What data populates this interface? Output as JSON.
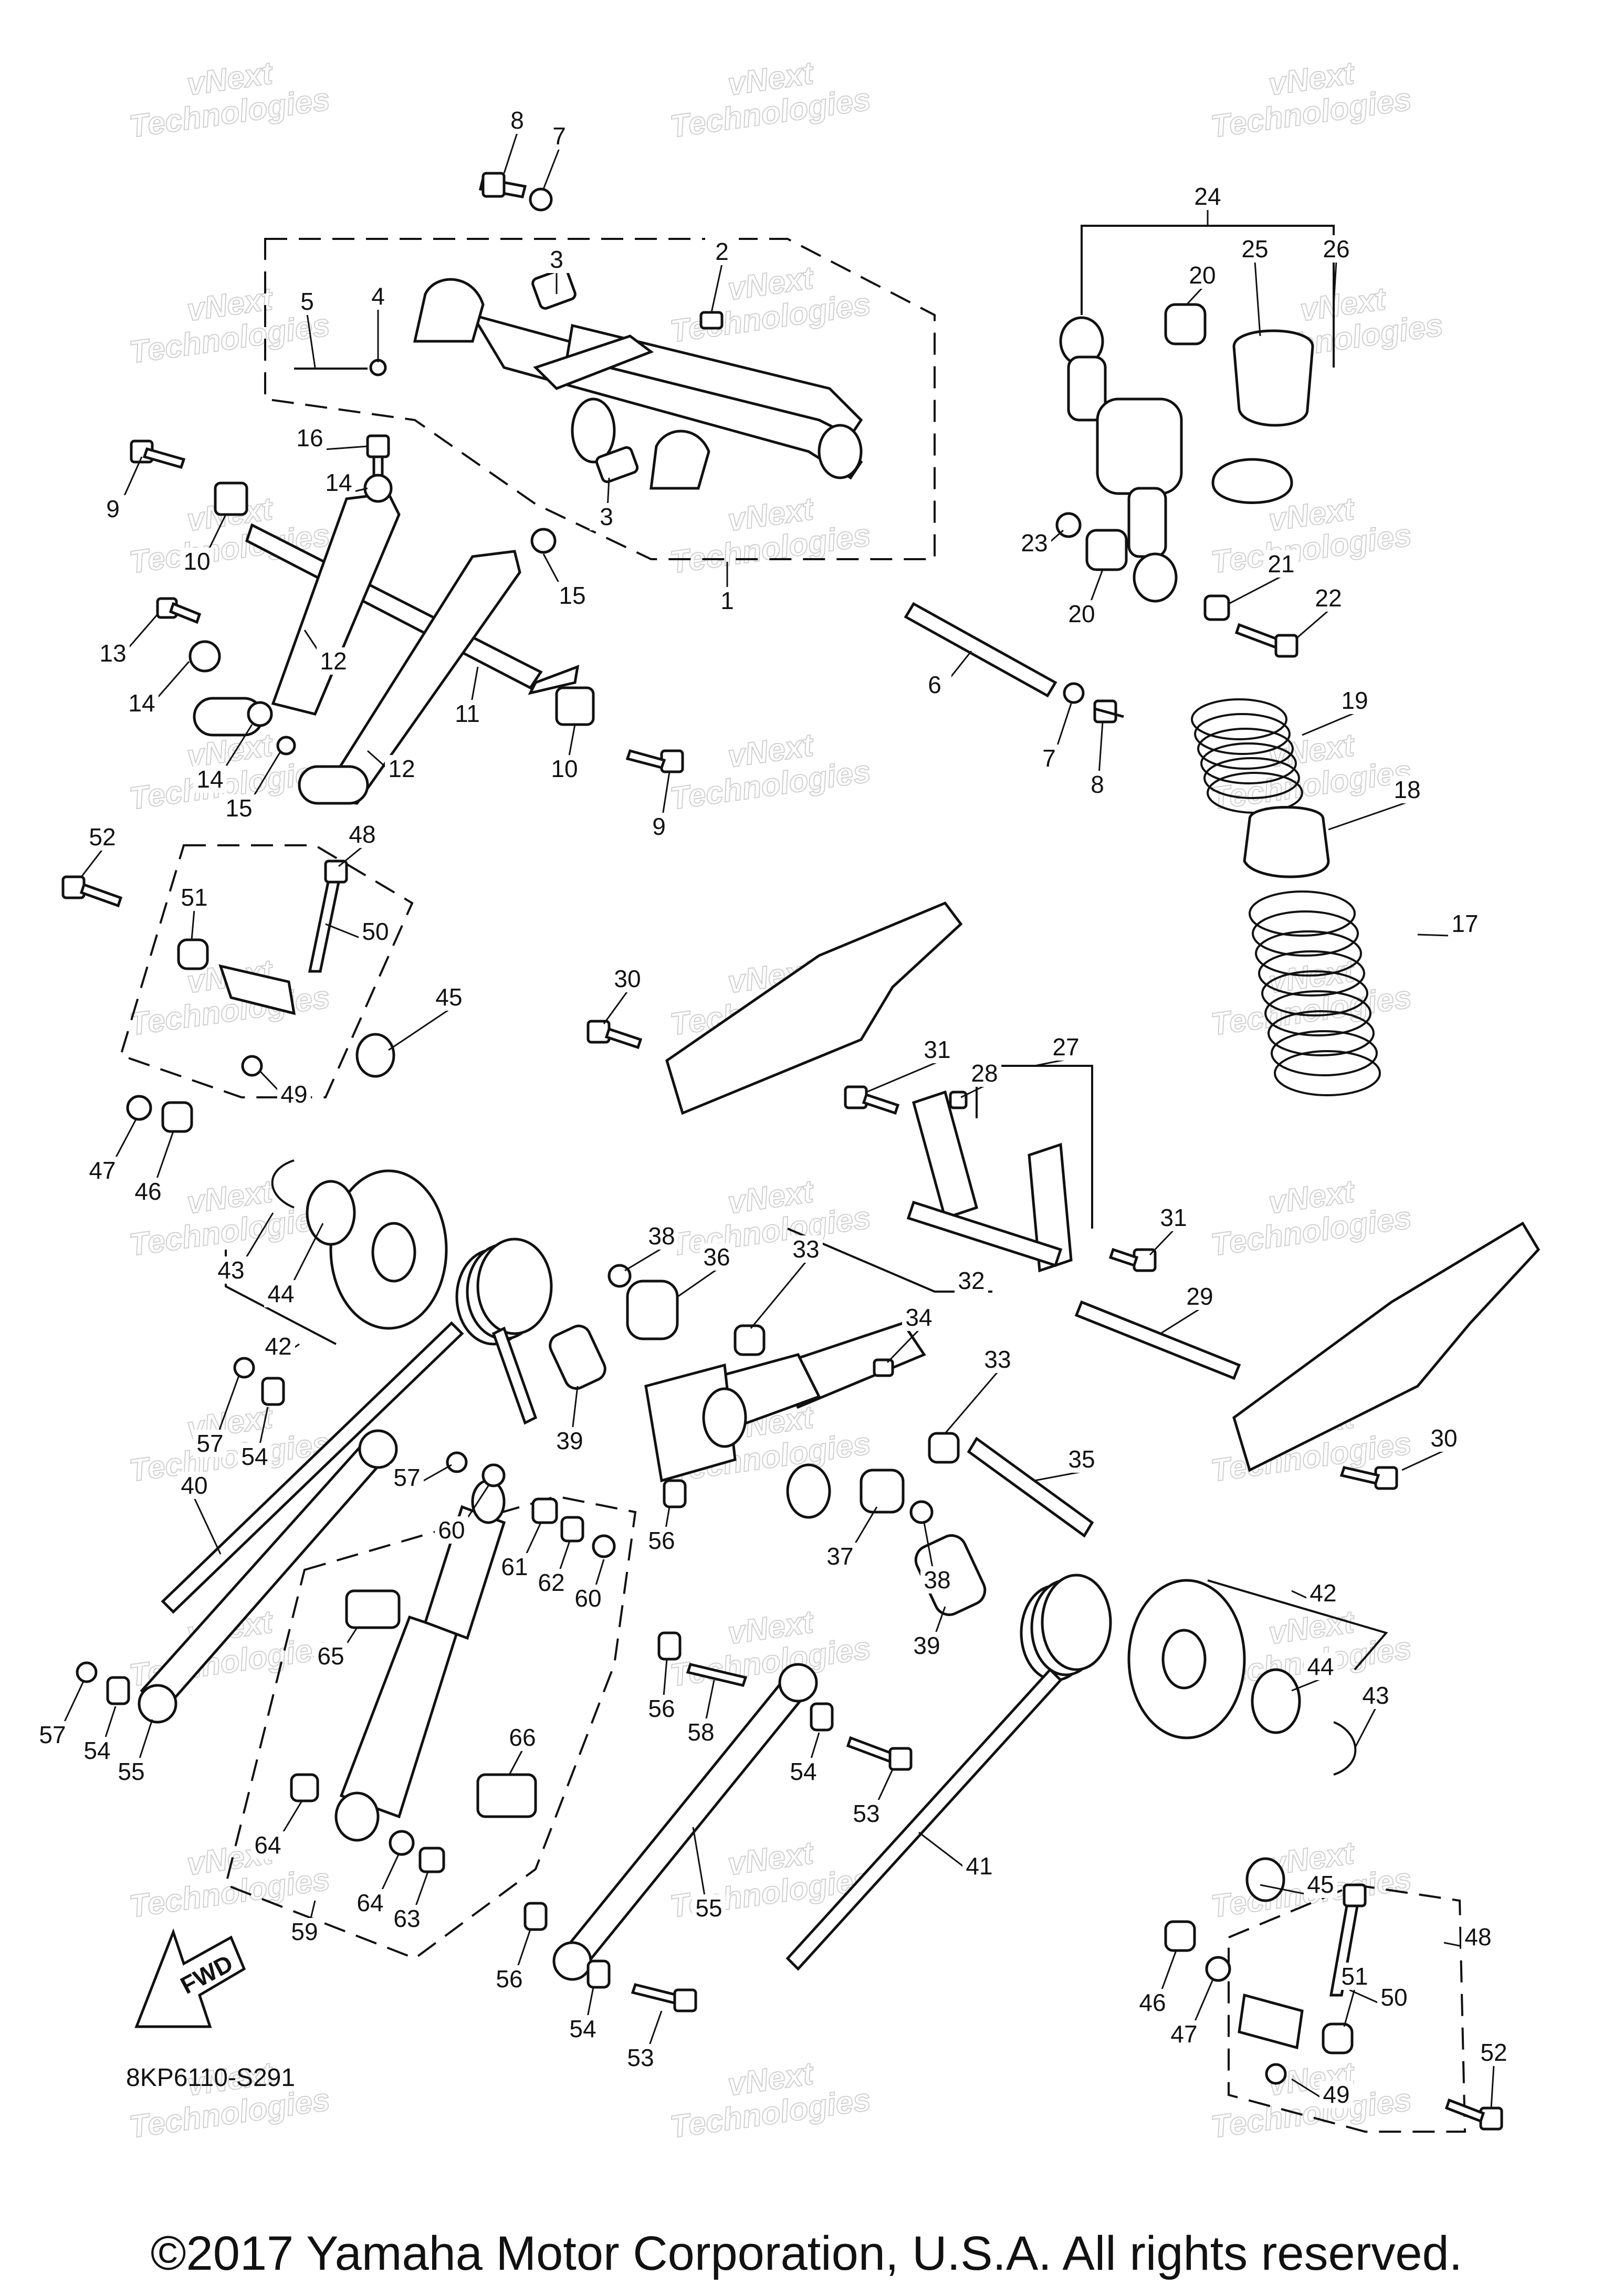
{
  "diagram": {
    "callouts": [
      {
        "id": "1",
        "label": "1"
      },
      {
        "id": "2",
        "label": "2"
      },
      {
        "id": "3a",
        "label": "3"
      },
      {
        "id": "3b",
        "label": "3"
      },
      {
        "id": "4",
        "label": "4"
      },
      {
        "id": "5",
        "label": "5"
      },
      {
        "id": "6",
        "label": "6"
      },
      {
        "id": "7a",
        "label": "7"
      },
      {
        "id": "7b",
        "label": "7"
      },
      {
        "id": "8a",
        "label": "8"
      },
      {
        "id": "8b",
        "label": "8"
      },
      {
        "id": "9a",
        "label": "9"
      },
      {
        "id": "9b",
        "label": "9"
      },
      {
        "id": "10a",
        "label": "10"
      },
      {
        "id": "10b",
        "label": "10"
      },
      {
        "id": "11",
        "label": "11"
      },
      {
        "id": "12a",
        "label": "12"
      },
      {
        "id": "12b",
        "label": "12"
      },
      {
        "id": "13",
        "label": "13"
      },
      {
        "id": "14a",
        "label": "14"
      },
      {
        "id": "14b",
        "label": "14"
      },
      {
        "id": "14c",
        "label": "14"
      },
      {
        "id": "15a",
        "label": "15"
      },
      {
        "id": "15b",
        "label": "15"
      },
      {
        "id": "16",
        "label": "16"
      },
      {
        "id": "17",
        "label": "17"
      },
      {
        "id": "18",
        "label": "18"
      },
      {
        "id": "19",
        "label": "19"
      },
      {
        "id": "20a",
        "label": "20"
      },
      {
        "id": "20b",
        "label": "20"
      },
      {
        "id": "21",
        "label": "21"
      },
      {
        "id": "22",
        "label": "22"
      },
      {
        "id": "23",
        "label": "23"
      },
      {
        "id": "24",
        "label": "24"
      },
      {
        "id": "25",
        "label": "25"
      },
      {
        "id": "26",
        "label": "26"
      },
      {
        "id": "27",
        "label": "27"
      },
      {
        "id": "28",
        "label": "28"
      },
      {
        "id": "29",
        "label": "29"
      },
      {
        "id": "30a",
        "label": "30"
      },
      {
        "id": "30b",
        "label": "30"
      },
      {
        "id": "31a",
        "label": "31"
      },
      {
        "id": "31b",
        "label": "31"
      },
      {
        "id": "32",
        "label": "32"
      },
      {
        "id": "33a",
        "label": "33"
      },
      {
        "id": "33b",
        "label": "33"
      },
      {
        "id": "34",
        "label": "34"
      },
      {
        "id": "35",
        "label": "35"
      },
      {
        "id": "36",
        "label": "36"
      },
      {
        "id": "37",
        "label": "37"
      },
      {
        "id": "38a",
        "label": "38"
      },
      {
        "id": "38b",
        "label": "38"
      },
      {
        "id": "39a",
        "label": "39"
      },
      {
        "id": "39b",
        "label": "39"
      },
      {
        "id": "40",
        "label": "40"
      },
      {
        "id": "41",
        "label": "41"
      },
      {
        "id": "42a",
        "label": "42"
      },
      {
        "id": "42b",
        "label": "42"
      },
      {
        "id": "43a",
        "label": "43"
      },
      {
        "id": "43b",
        "label": "43"
      },
      {
        "id": "44a",
        "label": "44"
      },
      {
        "id": "44b",
        "label": "44"
      },
      {
        "id": "45a",
        "label": "45"
      },
      {
        "id": "45b",
        "label": "45"
      },
      {
        "id": "46a",
        "label": "46"
      },
      {
        "id": "46b",
        "label": "46"
      },
      {
        "id": "47a",
        "label": "47"
      },
      {
        "id": "47b",
        "label": "47"
      },
      {
        "id": "48a",
        "label": "48"
      },
      {
        "id": "48b",
        "label": "48"
      },
      {
        "id": "49a",
        "label": "49"
      },
      {
        "id": "49b",
        "label": "49"
      },
      {
        "id": "50a",
        "label": "50"
      },
      {
        "id": "50b",
        "label": "50"
      },
      {
        "id": "51a",
        "label": "51"
      },
      {
        "id": "51b",
        "label": "51"
      },
      {
        "id": "52a",
        "label": "52"
      },
      {
        "id": "52b",
        "label": "52"
      },
      {
        "id": "53a",
        "label": "53"
      },
      {
        "id": "53b",
        "label": "53"
      },
      {
        "id": "54a",
        "label": "54"
      },
      {
        "id": "54b",
        "label": "54"
      },
      {
        "id": "54c",
        "label": "54"
      },
      {
        "id": "54d",
        "label": "54"
      },
      {
        "id": "55a",
        "label": "55"
      },
      {
        "id": "55b",
        "label": "55"
      },
      {
        "id": "56a",
        "label": "56"
      },
      {
        "id": "56b",
        "label": "56"
      },
      {
        "id": "56c",
        "label": "56"
      },
      {
        "id": "57a",
        "label": "57"
      },
      {
        "id": "57b",
        "label": "57"
      },
      {
        "id": "57c",
        "label": "57"
      },
      {
        "id": "58",
        "label": "58"
      },
      {
        "id": "59",
        "label": "59"
      },
      {
        "id": "60a",
        "label": "60"
      },
      {
        "id": "60b",
        "label": "60"
      },
      {
        "id": "61",
        "label": "61"
      },
      {
        "id": "62",
        "label": "62"
      },
      {
        "id": "63",
        "label": "63"
      },
      {
        "id": "64a",
        "label": "64"
      },
      {
        "id": "64b",
        "label": "64"
      },
      {
        "id": "65",
        "label": "65"
      },
      {
        "id": "66",
        "label": "66"
      }
    ],
    "fwd_label": "FWD",
    "code": "8KP6110-S291",
    "watermark_line1": "vNext",
    "watermark_line2": "Technologies"
  },
  "footer": {
    "copyright": "©2017 Yamaha Motor Corporation, U.S.A. All rights reserved."
  }
}
